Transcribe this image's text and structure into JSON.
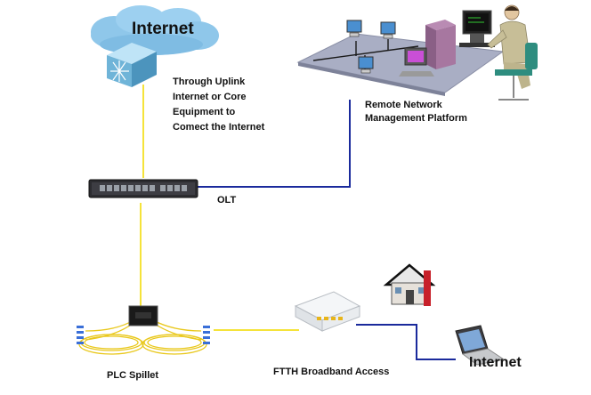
{
  "labels": {
    "internet_top": "Internet",
    "uplink_lines": [
      "Through Uplink",
      "Internet or Core",
      "Equipment to",
      "Comect the Internet"
    ],
    "nms_lines": [
      "Remote Network",
      "Management Platform"
    ],
    "olt": "OLT",
    "plc": "PLC Spillet",
    "ftth": "FTTH Broadband Access",
    "internet_bottom": "Internet"
  },
  "icons": {
    "cloud": "cloud-icon",
    "core_switch": "core-switch-icon",
    "lan": "lan-network-icon",
    "operator": "operator-workstation-icon",
    "olt": "olt-device-icon",
    "splitter": "plc-splitter-icon",
    "onu": "onu-router-icon",
    "house": "house-icon",
    "laptop": "laptop-icon"
  },
  "colors": {
    "fiber_yellow": "#f5e33a",
    "link_blue": "#1a2a9c",
    "cloud": "#8fc7ea",
    "platform": "#a9aec4"
  }
}
